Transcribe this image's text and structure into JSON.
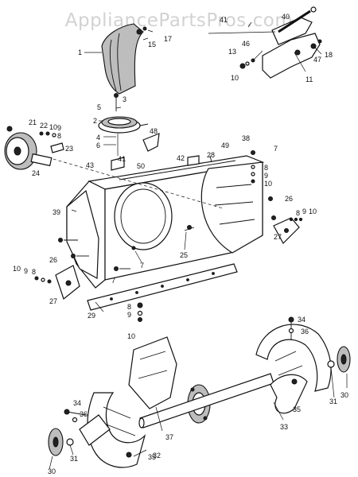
{
  "watermark": "AppliancePartsPros.com",
  "labels": {
    "l1": "1",
    "l2": "2",
    "l3": "3",
    "l4": "4",
    "l5": "5",
    "l6": "6",
    "l7a": "7",
    "l7b": "7",
    "l7c": "7",
    "l8a": "8",
    "l8b": "8",
    "l8c": "8",
    "l8d": "8",
    "l8e": "8",
    "l9a": "9",
    "l9b": "9",
    "l9c": "9",
    "l9d": "9",
    "l9e": "9",
    "l10a": "10",
    "l10b": "10",
    "l10c": "10",
    "l10d": "10",
    "l10e": "10",
    "l10f": "10",
    "l11": "11",
    "l13": "13",
    "l15": "15",
    "l17": "17",
    "l18": "18",
    "l21": "21",
    "l22": "22",
    "l23": "23",
    "l24": "24",
    "l25": "25",
    "l26a": "26",
    "l26b": "26",
    "l27a": "27",
    "l27b": "27",
    "l28": "28",
    "l29": "29",
    "l30a": "30",
    "l30b": "30",
    "l31a": "31",
    "l31b": "31",
    "l32": "32",
    "l33": "33",
    "l34a": "34",
    "l34b": "34",
    "l35a": "35",
    "l35b": "35",
    "l36a": "36",
    "l36b": "36",
    "l37": "37",
    "l38": "38",
    "l39": "39",
    "l40": "40",
    "l41a": "41",
    "l41b": "41",
    "l42": "42",
    "l43": "43",
    "l46": "46",
    "l47": "47",
    "l48": "48",
    "l49": "49",
    "l50": "50"
  },
  "colors": {
    "line": "#111111",
    "watermark": "#d2d2d2"
  }
}
